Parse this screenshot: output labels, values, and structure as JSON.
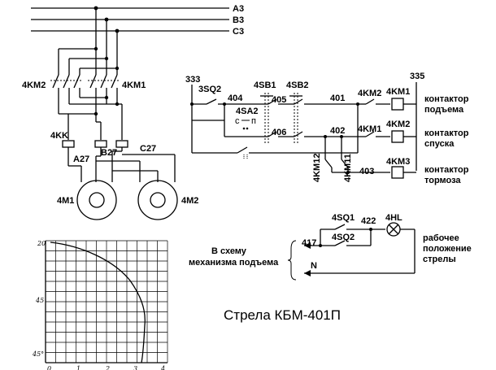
{
  "caption": "Стрела КБМ-401П",
  "phases": [
    "A3",
    "B3",
    "C3"
  ],
  "power": {
    "contactor_left": "4KM2",
    "contactor_right": "4KM1",
    "relay": "4KK",
    "wire_a": "A27",
    "wire_b": "B27",
    "wire_c": "C27",
    "motor1": "4M1",
    "motor2": "4M2"
  },
  "control": {
    "node_left": "333",
    "node_right": "335",
    "limit_switch": "3SQ2",
    "w404": "404",
    "w405": "405",
    "w406": "406",
    "w401": "401",
    "w402": "402",
    "w403": "403",
    "sb1": "4SB1",
    "sb2": "4SB2",
    "sa2": "4SA2",
    "sa2_sub": "с",
    "sa2_sub2": "п",
    "km2_contact_top": "4KM2",
    "km1_contact_mid": "4KM1",
    "km12": "4KM12",
    "km11": "4KM11",
    "coil_km1": "4KM1",
    "coil_km2": "4KM2",
    "coil_km3": "4KM3",
    "desc_km1": [
      "контактор",
      "подъема"
    ],
    "desc_km2": [
      "контактор",
      "спуска"
    ],
    "desc_km3": [
      "контактор",
      "тормоза"
    ]
  },
  "signal": {
    "sq1": "4SQ1",
    "sq2": "4SQ2",
    "lamp": "4HL",
    "w417": "417",
    "w422": "422",
    "neutral": "N",
    "to_hoist": [
      "В схему",
      "механизма подъема"
    ],
    "lamp_desc": [
      "рабочее",
      "положение",
      "стрелы"
    ]
  },
  "graph": {
    "y_top": "20",
    "y_mid": "45",
    "y_bot": "45°",
    "x_ticks": [
      "0",
      "1",
      "2",
      "3",
      "4"
    ]
  }
}
